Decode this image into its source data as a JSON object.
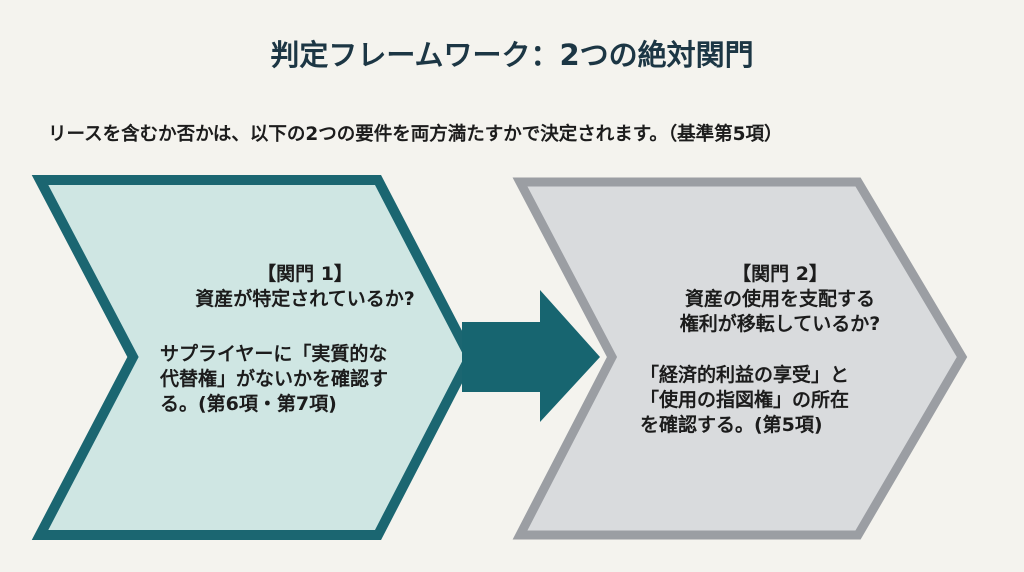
{
  "title": "判定フレームワーク：2つの絶対関門",
  "subtitle": "リースを含むか否かは、以下の2つの要件を両方満たすかで決定されます。（基準第5項）",
  "gates": [
    {
      "label": "【関門 1】",
      "question": "資産が特定されているか?",
      "detail_lines": [
        "サプライヤーに「実質的な",
        "代替権」がないかを確認す",
        "る。(第6項・第7項)"
      ]
    },
    {
      "label": "【関門 2】",
      "question_lines": [
        "資産の使用を支配する",
        "権利が移転しているか?"
      ],
      "detail_lines": [
        "「経済的利益の享受」と",
        "「使用の指図権」の所在",
        "を確認する。(第5項)"
      ]
    }
  ],
  "colors": {
    "gate1_fill": "#cfe6e3",
    "gate1_border": "#1b6671",
    "gate2_fill": "#d9dbdd",
    "gate2_border": "#9b9ea3",
    "arrow": "#176570"
  }
}
